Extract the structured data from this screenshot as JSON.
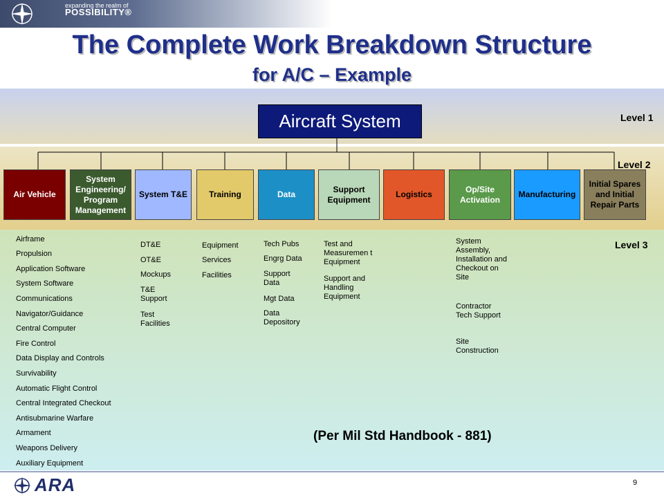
{
  "banner": {
    "line1": "expanding the realm of",
    "line2": "POSSIBILITY®"
  },
  "title": "The Complete Work Breakdown Structure",
  "subtitle": "for A/C – Example",
  "levels": {
    "l1": "Level 1",
    "l2": "Level 2",
    "l3": "Level 3"
  },
  "root": "Aircraft System",
  "level2": [
    {
      "label": "Air Vehicle",
      "color": "#7a0000",
      "text_color": "#ffffff"
    },
    {
      "label": "System Engineering/ Program Management",
      "color": "#3b5a2e",
      "text_color": "#ffffff"
    },
    {
      "label": "System T&E",
      "color": "#9fb8ff",
      "text_color": "#000000"
    },
    {
      "label": "Training",
      "color": "#e2c96a",
      "text_color": "#000000"
    },
    {
      "label": "Data",
      "color": "#1d8fc7",
      "text_color": "#ffffff"
    },
    {
      "label": "Support Equipment",
      "color": "#b9d7b9",
      "text_color": "#000000"
    },
    {
      "label": "Logistics",
      "color": "#e2572a",
      "text_color": "#000000"
    },
    {
      "label": "Op/Site Activation",
      "color": "#5a9a4a",
      "text_color": "#ffffff"
    },
    {
      "label": "Manufacturing",
      "color": "#1a9bff",
      "text_color": "#000000"
    },
    {
      "label": "Initial Spares and Initial Repair Parts",
      "color": "#8a7f5c",
      "text_color": "#000000"
    }
  ],
  "level3": {
    "air_vehicle": [
      "Airframe",
      "Propulsion",
      "Application Software",
      "System Software",
      "Communications",
      "Navigator/Guidance",
      "Central Computer",
      "Fire Control",
      "Data Display and Controls",
      "Survivability",
      "Automatic Flight Control",
      "Central Integrated Checkout",
      "Antisubmarine Warfare",
      "Armament",
      "Weapons Delivery",
      "Auxiliary Equipment"
    ],
    "system_te": [
      "DT&E",
      "OT&E",
      "Mockups",
      "T&E Support",
      "Test Facilities"
    ],
    "training": [
      "Equipment",
      "Services",
      "Facilities"
    ],
    "data": [
      "Tech Pubs",
      "Engrg Data",
      "Support Data",
      "Mgt Data",
      "Data Depository"
    ],
    "support_equipment": [
      "Test and Measuremen t Equipment",
      "Support and Handling Equipment"
    ],
    "op_site": [
      "System Assembly, Installation and Checkout on Site",
      "Contractor Tech Support",
      "Site Construction"
    ]
  },
  "citation": "(Per Mil Std Handbook - 881)",
  "footer": {
    "logo": "ARA",
    "page": "9"
  }
}
